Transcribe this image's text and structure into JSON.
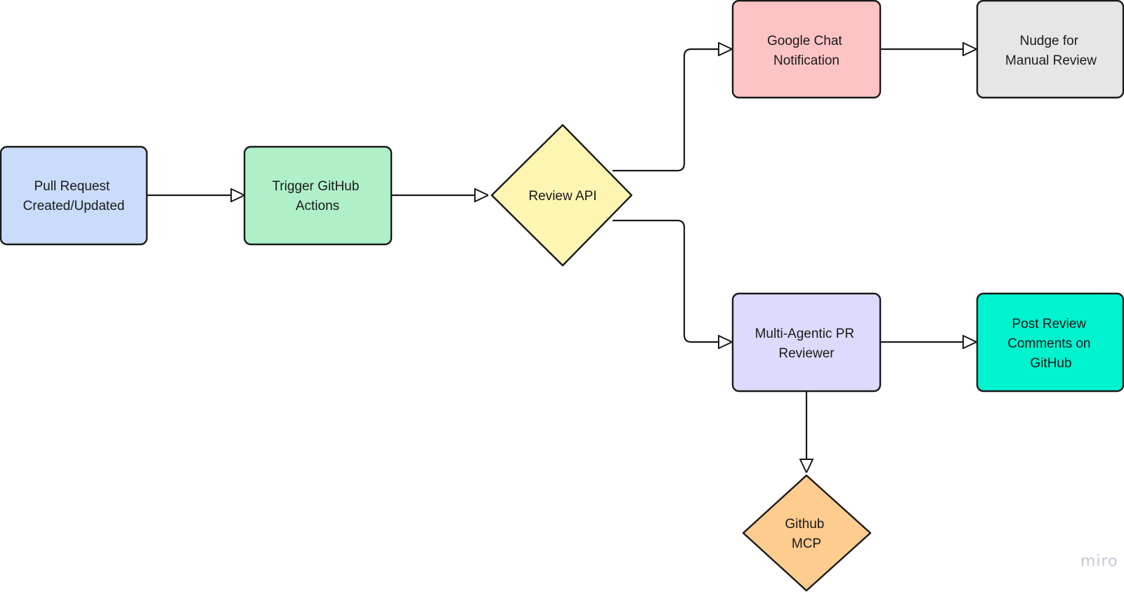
{
  "diagram": {
    "nodes": [
      {
        "id": "pull-request",
        "label_lines": [
          "Pull Request",
          "Created/Updated"
        ],
        "color": "#c9dcfb"
      },
      {
        "id": "trigger-actions",
        "label_lines": [
          "Trigger GitHub",
          "Actions"
        ],
        "color": "#aff0c9"
      },
      {
        "id": "review-api",
        "label_lines": [
          "Review API"
        ],
        "color": "#fff5b3"
      },
      {
        "id": "google-chat",
        "label_lines": [
          "Google Chat",
          "Notification"
        ],
        "color": "#fec4c4"
      },
      {
        "id": "nudge-review",
        "label_lines": [
          "Nudge for",
          "Manual Review"
        ],
        "color": "#e6e6e6"
      },
      {
        "id": "multi-agentic",
        "label_lines": [
          "Multi-Agentic PR",
          "Reviewer"
        ],
        "color": "#dcdbfd"
      },
      {
        "id": "post-comments",
        "label_lines": [
          "Post Review",
          "Comments on",
          "GitHub"
        ],
        "color": "#00f3cf"
      },
      {
        "id": "github-mcp",
        "label_lines": [
          "Github",
          "MCP"
        ],
        "color": "#fdcc8e"
      }
    ],
    "edges": [
      {
        "from": "pull-request",
        "to": "trigger-actions"
      },
      {
        "from": "trigger-actions",
        "to": "review-api"
      },
      {
        "from": "review-api",
        "to": "google-chat"
      },
      {
        "from": "review-api",
        "to": "multi-agentic"
      },
      {
        "from": "google-chat",
        "to": "nudge-review"
      },
      {
        "from": "multi-agentic",
        "to": "post-comments"
      },
      {
        "from": "multi-agentic",
        "to": "github-mcp"
      }
    ]
  },
  "watermark": "miro"
}
